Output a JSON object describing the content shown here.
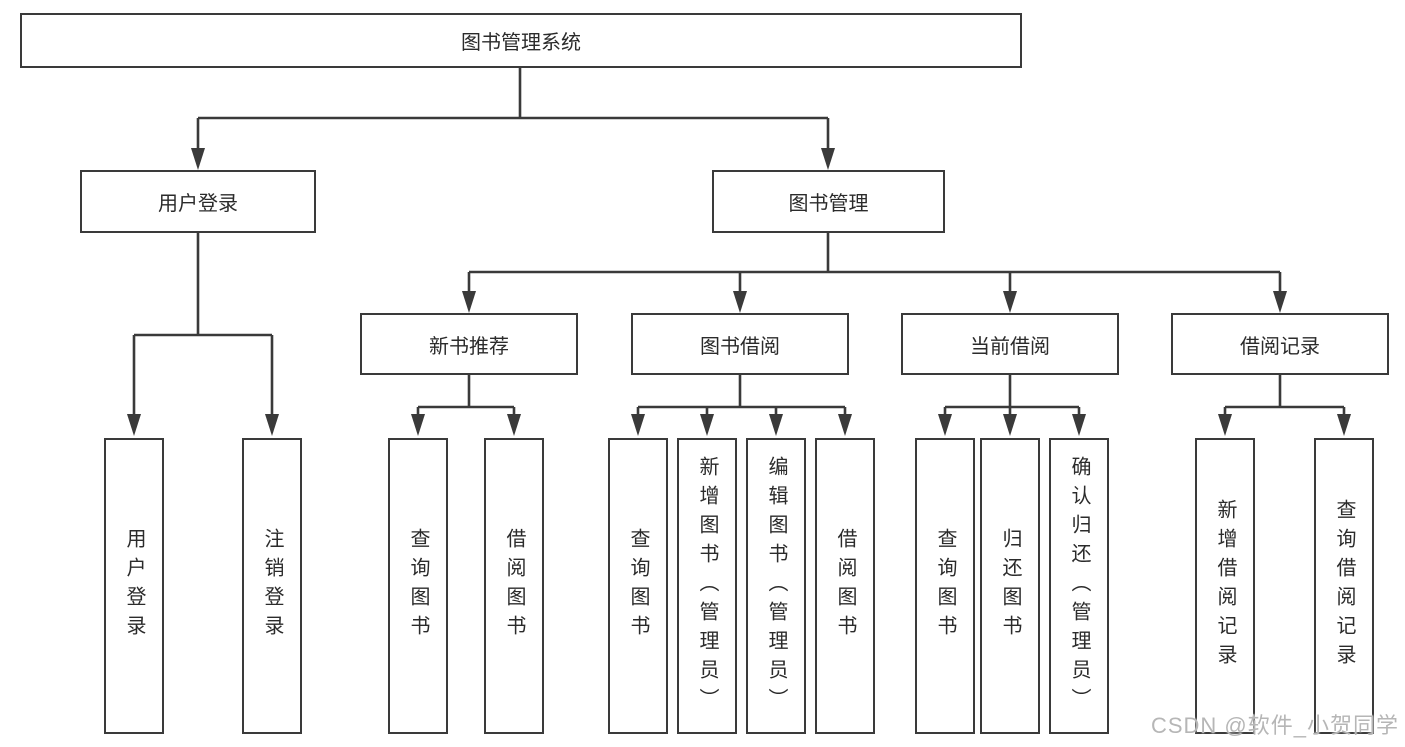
{
  "diagram": {
    "title": "图书管理系统",
    "level2": [
      {
        "id": "user-login",
        "label": "用户登录"
      },
      {
        "id": "book-management",
        "label": "图书管理"
      }
    ],
    "level3": [
      {
        "id": "new-book-recommend",
        "label": "新书推荐"
      },
      {
        "id": "book-borrow",
        "label": "图书借阅"
      },
      {
        "id": "current-borrow",
        "label": "当前借阅"
      },
      {
        "id": "borrow-records",
        "label": "借阅记录"
      }
    ],
    "leaves": {
      "user_login": [
        "用户登录",
        "注销登录"
      ],
      "new_book_recommend": [
        "查询图书",
        "借阅图书"
      ],
      "book_borrow": [
        "查询图书",
        "新增图书（管理员）",
        "编辑图书（管理员）",
        "借阅图书"
      ],
      "current_borrow": [
        "查询图书",
        "归还图书",
        "确认归还（管理员）"
      ],
      "borrow_records": [
        "新增借阅记录",
        "查询借阅记录"
      ]
    }
  },
  "watermark": "CSDN @软件_小贺同学",
  "colors": {
    "line": "#3a3a3a",
    "text": "#2b2b2b",
    "box_background": "#ffffff",
    "watermark": "#b6b6b6"
  }
}
